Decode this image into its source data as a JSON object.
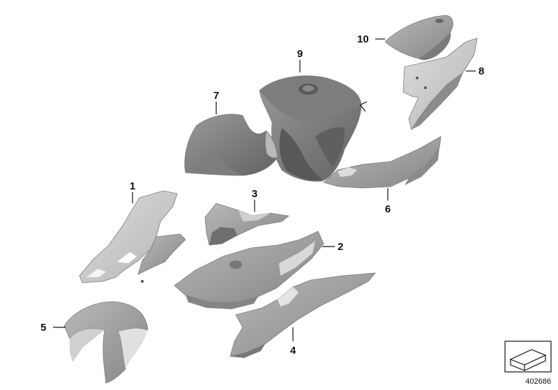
{
  "diagram": {
    "callouts": [
      "1",
      "2",
      "3",
      "4",
      "5",
      "6",
      "7",
      "8",
      "9",
      "10"
    ],
    "document_number": "402686",
    "colors": {
      "part_light": "#cfcfcf",
      "part_mid": "#9e9e9e",
      "part_dark": "#6f6f6f",
      "line": "#111111"
    },
    "icons": [
      "exploded-view-symbol-icon"
    ]
  }
}
